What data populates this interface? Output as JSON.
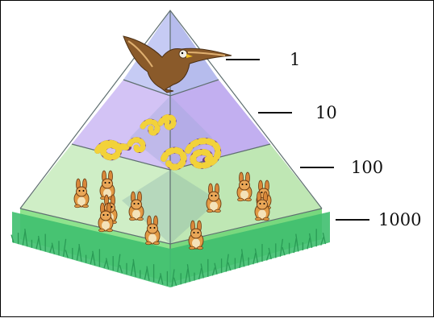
{
  "pyramid": {
    "levels": [
      {
        "count": "1",
        "organism": "eagle"
      },
      {
        "count": "10",
        "organism": "snake"
      },
      {
        "count": "100",
        "organism": "rabbit"
      },
      {
        "count": "1000",
        "organism": "grass"
      }
    ]
  },
  "colors": {
    "tier_top": "#c9cdf2",
    "tier_snake": "#d6c6f4",
    "tier_rabbit": "#c9ecc0",
    "tier_base": "#8fe08a",
    "grass": "#3fbf6f",
    "outline": "#5a6a6a"
  },
  "icons": {
    "eagle": "eagle-icon",
    "snake": "snake-icon",
    "rabbit": "rabbit-icon",
    "grass": "grass-icon"
  }
}
